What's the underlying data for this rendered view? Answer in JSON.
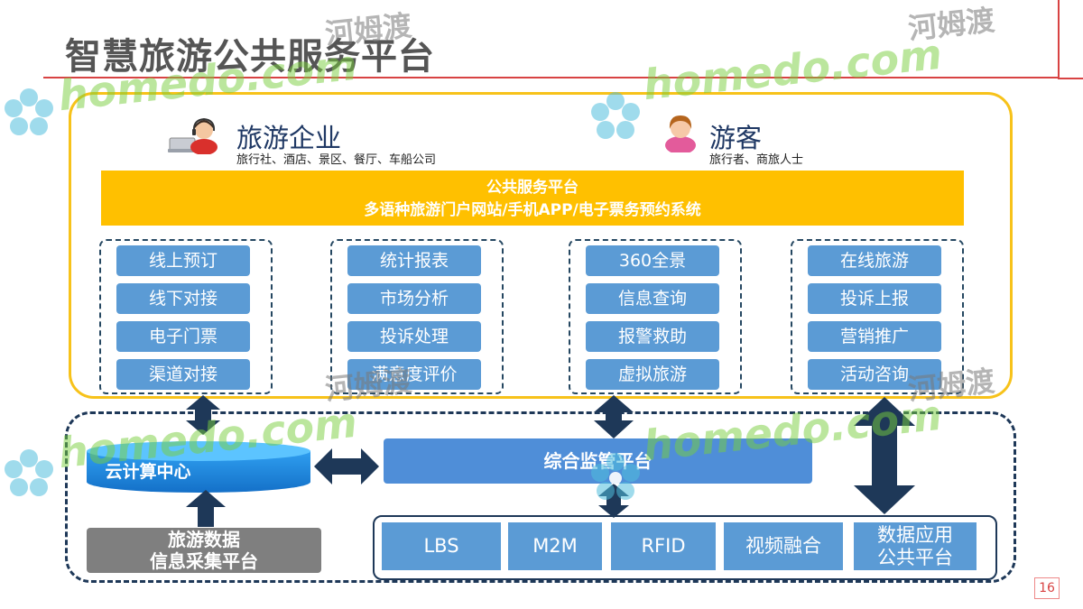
{
  "slide": {
    "title": "智慧旅游公共服务平台",
    "page_number": "16"
  },
  "enterprise": {
    "title": "旅游企业",
    "subtitle": "旅行社、酒店、景区、餐厅、车船公司"
  },
  "tourist": {
    "title": "游客",
    "subtitle": "旅行者、商旅人士"
  },
  "platform_bar": {
    "line1": "公共服务平台",
    "line2": "多语种旅游门户网站/手机APP/电子票务预约系统"
  },
  "service_groups": [
    {
      "items": [
        "线上预订",
        "线下对接",
        "电子门票",
        "渠道对接"
      ]
    },
    {
      "items": [
        "统计报表",
        "市场分析",
        "投诉处理",
        "满意度评价"
      ]
    },
    {
      "items": [
        "360全景",
        "信息查询",
        "报警救助",
        "虚拟旅游"
      ]
    },
    {
      "items": [
        "在线旅游",
        "投诉上报",
        "营销推广",
        "活动咨询"
      ]
    }
  ],
  "cloud": {
    "label": "云计算中心"
  },
  "data_collection": {
    "line1": "旅游数据",
    "line2": "信息采集平台"
  },
  "monitor": {
    "label": "综合监管平台"
  },
  "tech_items": [
    {
      "label": "LBS"
    },
    {
      "label": "M2M"
    },
    {
      "label": "RFID"
    },
    {
      "label": "视频融合"
    },
    {
      "line1": "数据应用",
      "line2": "公共平台"
    }
  ],
  "watermark": {
    "latin": "homedo.com",
    "chinese": "河姆渡"
  },
  "colors": {
    "title_rule": "#d84343",
    "top_frame": "#f7c21a",
    "platform_bar": "#ffc000",
    "service_box": "#5b9bd5",
    "dark_navy": "#1e3858",
    "monitor": "#4f8ed8",
    "collect": "#7f7f7f"
  },
  "icons": {
    "enterprise": "customer-service-agent-icon",
    "tourist": "person-icon",
    "arrows": "double-arrow-icon"
  }
}
